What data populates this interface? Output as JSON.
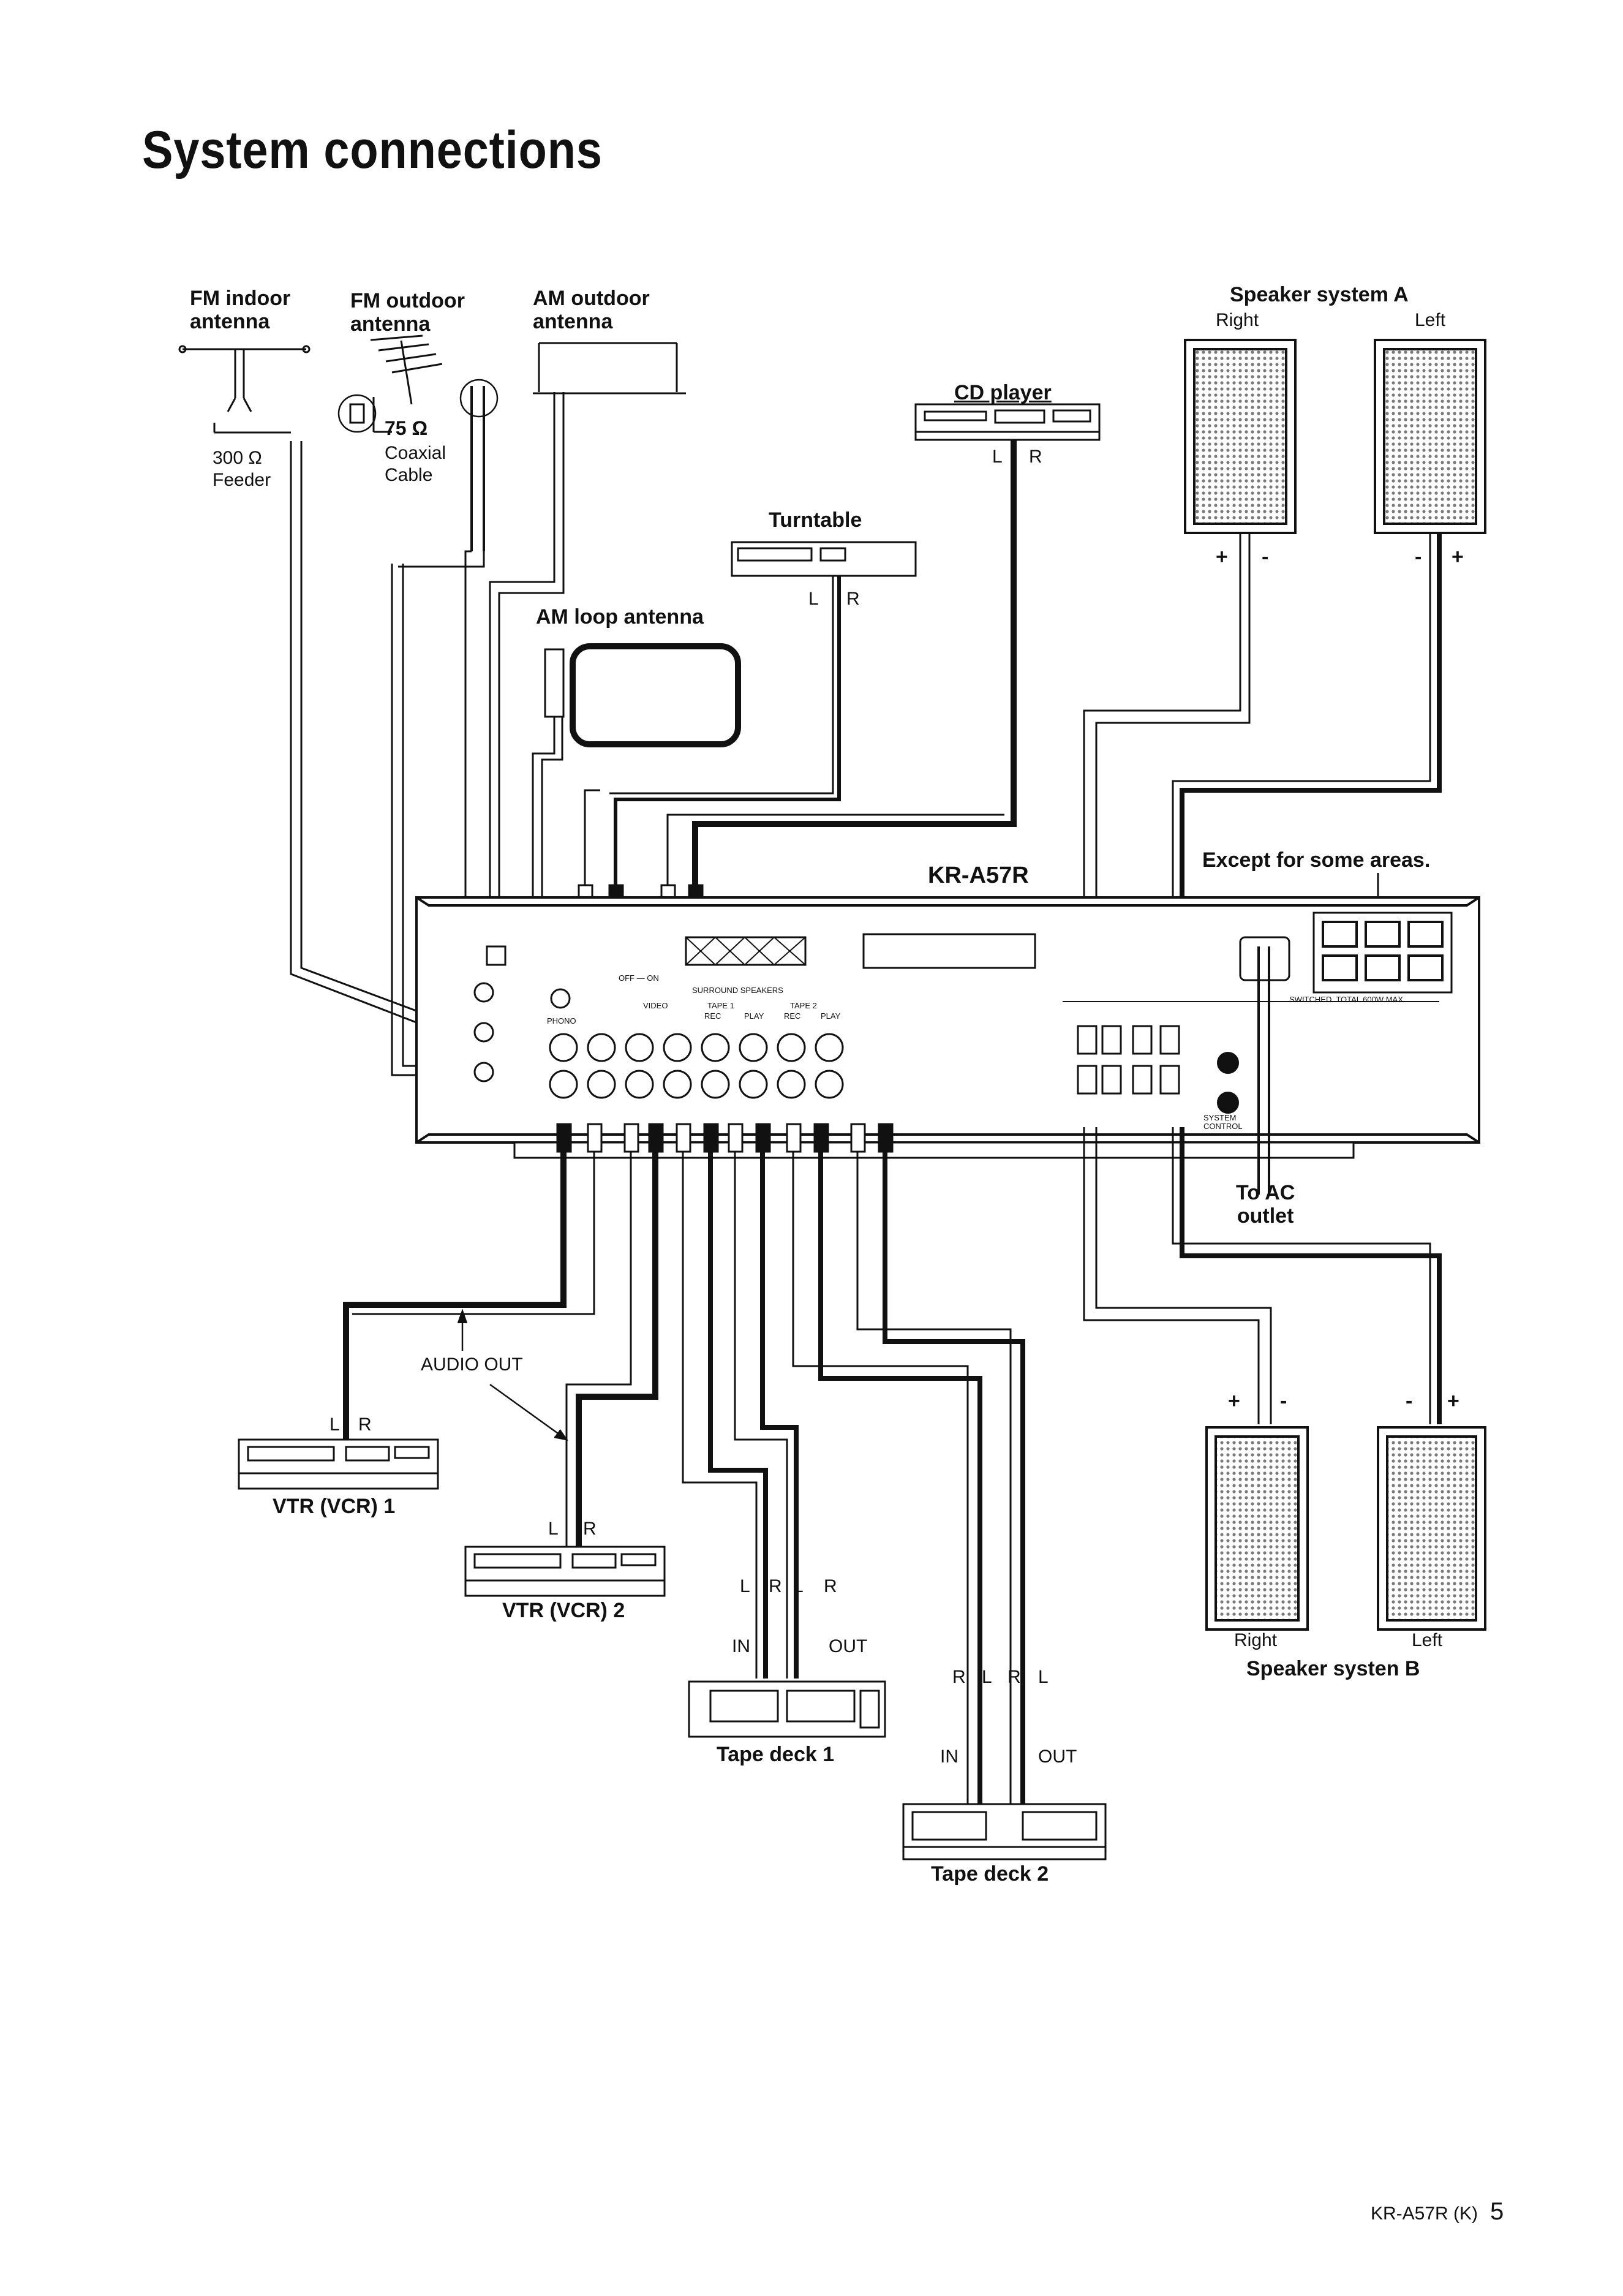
{
  "title": "System connections",
  "labels": {
    "fm_indoor": "FM indoor\nantenna",
    "fm_outdoor": "FM outdoor\nantenna",
    "am_outdoor": "AM outdoor\nantenna",
    "ohm_75": "75 Ω",
    "coaxial": "Coaxial\nCable",
    "ohm_300": "300 Ω\nFeeder",
    "am_loop": "AM loop antenna",
    "turntable": "Turntable",
    "cd_player": "CD player",
    "model": "KR-A57R",
    "except_areas": "Except for some areas.",
    "speaker_a": "Speaker system A",
    "speaker_b": "Speaker systen B",
    "right": "Right",
    "left_a": "Left",
    "left_b": "Left",
    "to_ac": "To AC\noutlet",
    "audio_out": "AUDIO OUT",
    "vtr1": "VTR (VCR) 1",
    "vtr2": "VTR (VCR) 2",
    "tape1": "Tape deck 1",
    "tape2": "Tape deck 2",
    "in": "IN",
    "out": "OUT",
    "L": "L",
    "R": "R",
    "plus": "+",
    "minus": "-",
    "phono": "PHONO",
    "video": "VIDEO",
    "tape_1": "TAPE 1",
    "tape_2": "TAPE 2",
    "rec": "REC",
    "play": "PLAY",
    "switched": "SWITCHED  TOTAL 600W MAX",
    "system_control": "SYSTEM\nCONTROL",
    "surround": "SURROUND SPEAKERS",
    "off_on": "OFF — ON"
  },
  "footer": {
    "code": "KR-A57R (K)",
    "page": "5"
  },
  "colors": {
    "ink": "#111111",
    "paper": "#ffffff",
    "grille": "#8a8a8a"
  }
}
